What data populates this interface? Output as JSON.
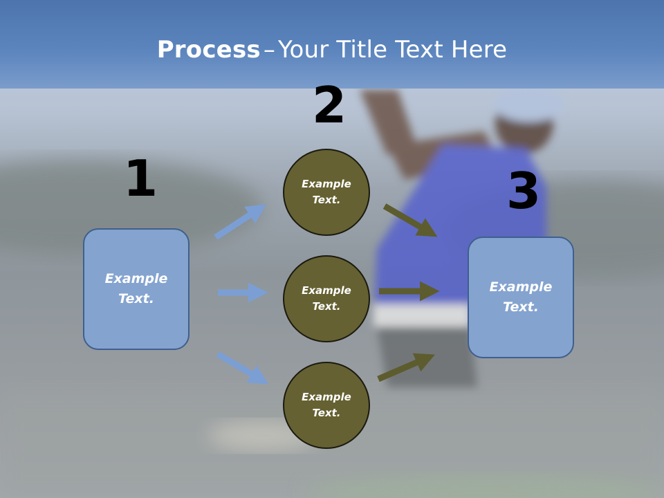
{
  "slide": {
    "title_bold": "Process",
    "title_sep": "–",
    "title_rest": "Your Title Text Here"
  },
  "steps": [
    {
      "number": "1",
      "label": "Example\nText."
    },
    {
      "number": "2",
      "items": [
        "Example\nText.",
        "Example\nText.",
        "Example\nText."
      ]
    },
    {
      "number": "3",
      "label": "Example\nText."
    }
  ],
  "colors": {
    "title_band": "#5b84bd",
    "box_fill": "#84a3cf",
    "circle_fill": "#656132",
    "blue_arrow": "#7b9fd4",
    "olive_arrow": "#5d5c2e"
  }
}
